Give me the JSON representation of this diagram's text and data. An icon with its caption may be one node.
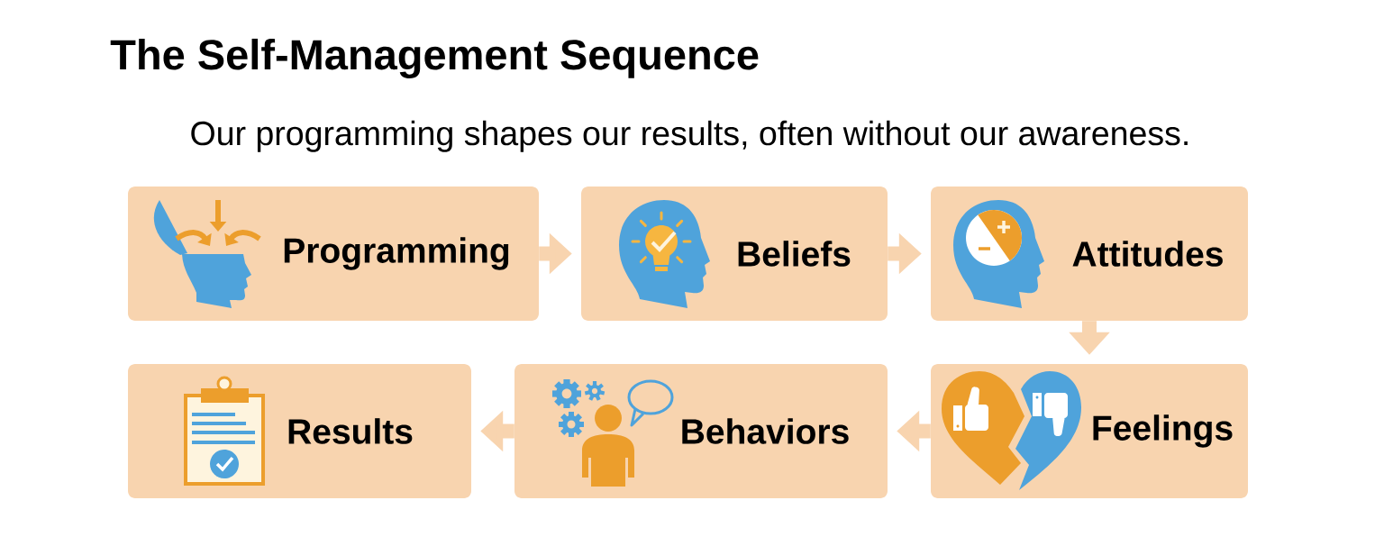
{
  "diagram": {
    "title": "The Self-Management Sequence",
    "nodes": [
      {
        "text": [
          "Programming"
        ]
      },
      {
        "text": [
          "Beliefs"
        ]
      },
      {
        "text": [
          "Attitudes"
        ]
      },
      {
        "text": [
          "Feelings"
        ]
      },
      {
        "text": [
          "Behaviors"
        ]
      },
      {
        "text": [
          "Results"
        ]
      }
    ],
    "edges": [
      {
        "from": 0,
        "to": 1,
        "arrow": "to"
      },
      {
        "from": 1,
        "to": 2,
        "arrow": "to"
      },
      {
        "from": 2,
        "to": 3,
        "arrow": "to"
      },
      {
        "from": 3,
        "to": 4,
        "arrow": "to"
      },
      {
        "from": 4,
        "to": 5,
        "arrow": "to"
      }
    ],
    "labels": [
      "Our programming shapes our results, often without our awareness."
    ]
  }
}
